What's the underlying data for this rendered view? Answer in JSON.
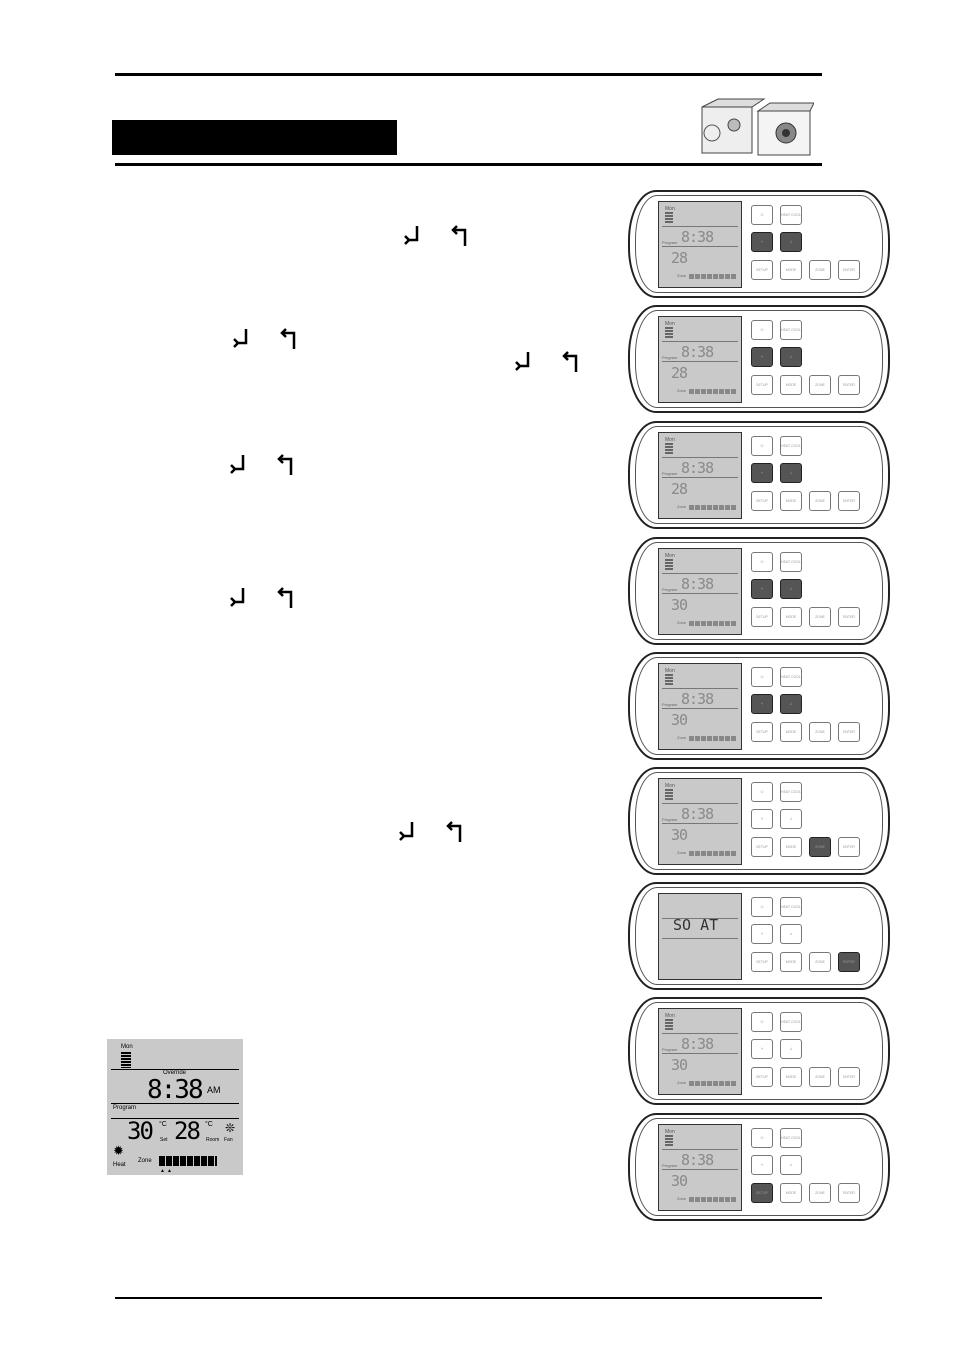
{
  "page": {
    "title_text": ""
  },
  "large_display": {
    "day": "Mon",
    "override": "Override",
    "time": "8:38",
    "am_pm": "AM",
    "program": "Program",
    "set_temp": "30",
    "set_unit": "°C",
    "set_label": "Set",
    "room_temp": "28",
    "room_unit": "°C",
    "room_label": "Room",
    "fan_label": "Fan",
    "heat_label": "Heat",
    "zone_label": "Zone"
  },
  "panels": [
    {
      "time": "8:38",
      "temp": "28",
      "highlight": [
        "up",
        "down"
      ]
    },
    {
      "time": "8:38",
      "temp": "28",
      "highlight": [
        "up",
        "down"
      ]
    },
    {
      "time": "8:38",
      "temp": "28",
      "highlight": [
        "up",
        "down"
      ]
    },
    {
      "time": "8:38",
      "temp": "30",
      "highlight": [
        "up",
        "down"
      ]
    },
    {
      "time": "8:38",
      "temp": "30",
      "highlight": [
        "up",
        "down"
      ]
    },
    {
      "time": "8:38",
      "temp": "30",
      "highlight": [
        "zone"
      ]
    },
    {
      "time": "SO AT",
      "temp": "",
      "highlight": [
        "enter"
      ]
    },
    {
      "time": "8:38",
      "temp": "30",
      "highlight": []
    },
    {
      "time": "8:38",
      "temp": "30",
      "highlight": [
        "setup"
      ]
    }
  ],
  "buttons": {
    "heat_cool": "HEAT COOL",
    "setup": "SETUP",
    "mode": "MODE",
    "zone": "ZONE",
    "enter": "ENTER"
  },
  "icons": {
    "down_arrow": "down-arrow-icon",
    "up_arrow": "up-arrow-icon",
    "fan": "fan-icon",
    "heat": "sun-icon"
  }
}
